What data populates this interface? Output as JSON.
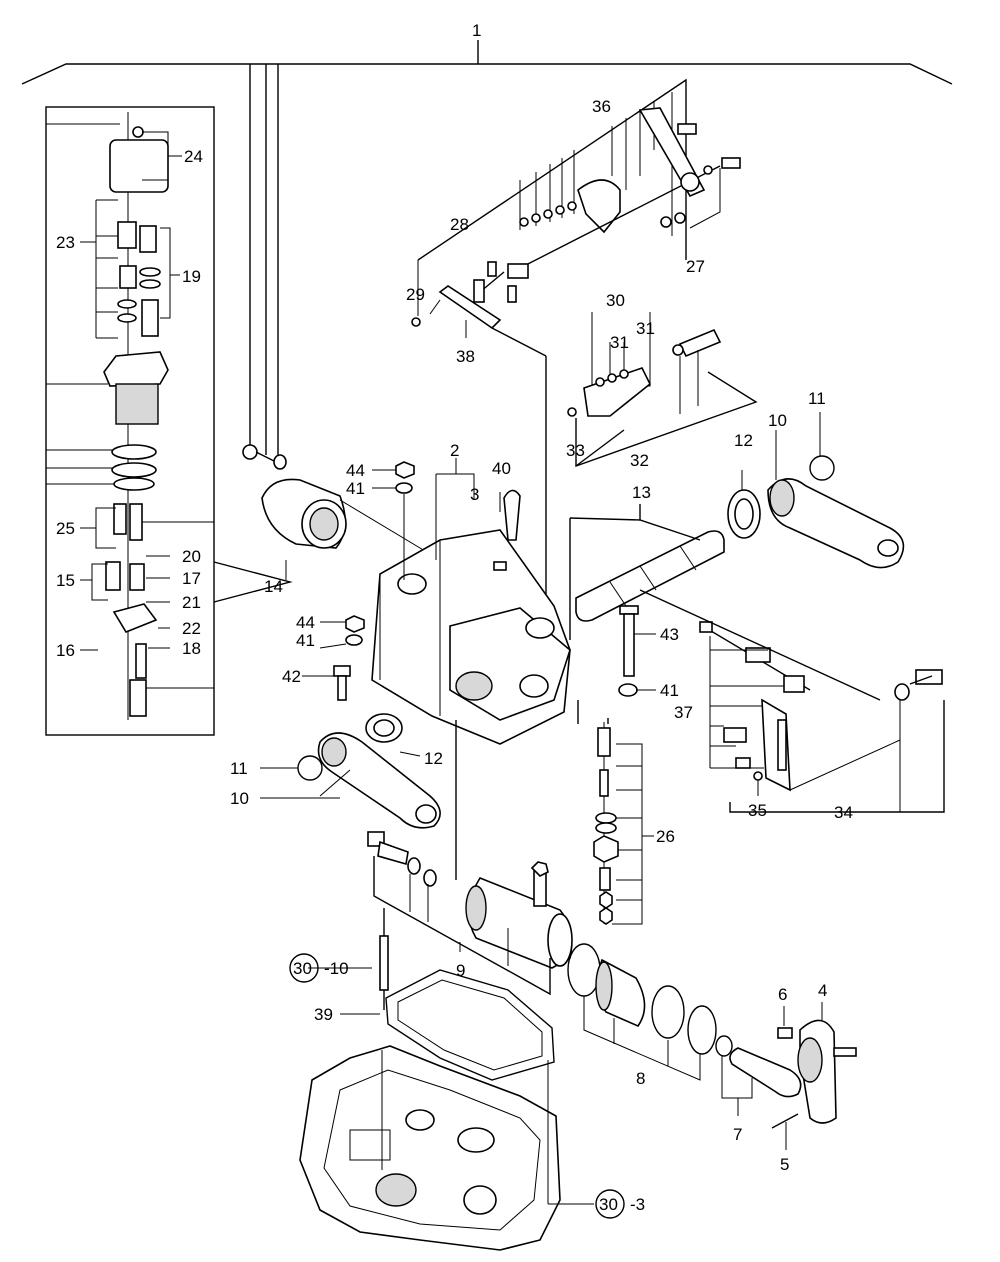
{
  "diagram": {
    "labels": {
      "l1": "1",
      "l2": "2",
      "l3": "3",
      "l4": "4",
      "l5": "5",
      "l6": "6",
      "l7": "7",
      "l8": "8",
      "l9": "9",
      "l10a": "10",
      "l10b": "10",
      "l11a": "11",
      "l11b": "11",
      "l12a": "12",
      "l12b": "12",
      "l13": "13",
      "l14": "14",
      "l15": "15",
      "l16": "16",
      "l17": "17",
      "l18": "18",
      "l19": "19",
      "l20": "20",
      "l21": "21",
      "l22": "22",
      "l23": "23",
      "l24": "24",
      "l25": "25",
      "l26": "26",
      "l27": "27",
      "l28": "28",
      "l29": "29",
      "l30": "30",
      "l31a": "31",
      "l31b": "31",
      "l32": "32",
      "l33": "33",
      "l34": "34",
      "l35": "35",
      "l36": "36",
      "l37": "37",
      "l38": "38",
      "l39": "39",
      "l40": "40",
      "l41a": "41",
      "l41b": "41",
      "l41c": "41",
      "l42": "42",
      "l43": "43",
      "l44a": "44",
      "l44b": "44"
    },
    "refs": {
      "ref_a_num": "30",
      "ref_a_suffix": "-10",
      "ref_b_num": "30",
      "ref_b_suffix": "-3"
    }
  }
}
